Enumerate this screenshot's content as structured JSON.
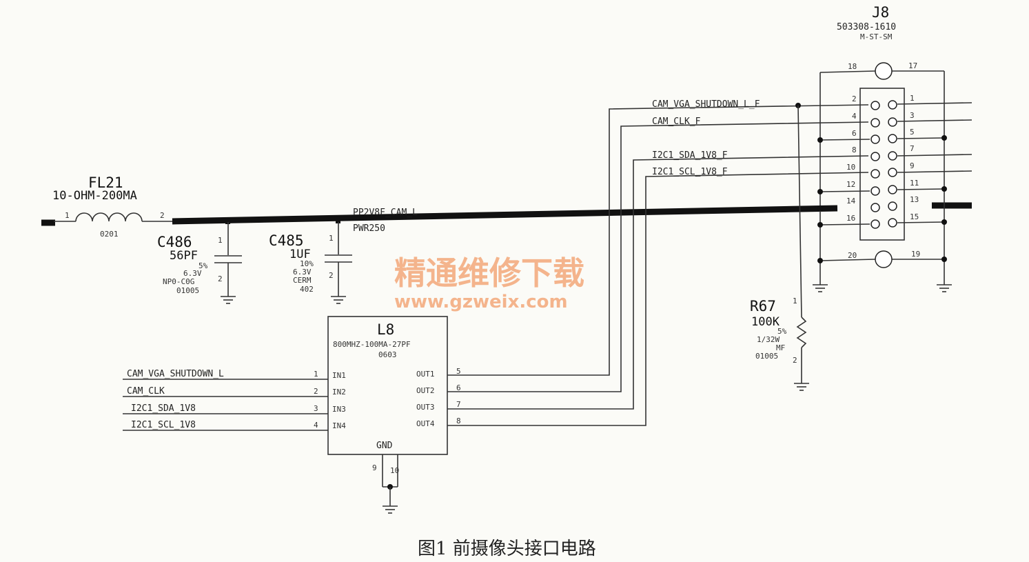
{
  "caption": "图1  前摄像头接口电路",
  "watermark": {
    "cn": "精通维修下载",
    "url": "www.gzweix.com"
  },
  "fl21": {
    "ref": "FL21",
    "value": "10-OHM-200MA",
    "pkg": "0201",
    "pin1": "1",
    "pin2": "2"
  },
  "net_main": {
    "name": "PP2V8F_CAM_L",
    "sub": "PWR250"
  },
  "c486": {
    "ref": "C486",
    "value": "56PF",
    "tol": "5%",
    "volt": "6.3V",
    "type": "NP0-C0G",
    "pkg": "01005",
    "p1": "1",
    "p2": "2"
  },
  "c485": {
    "ref": "C485",
    "value": "1UF",
    "tol": "10%",
    "volt": "6.3V",
    "type": "CERM",
    "pkg": "402",
    "p1": "1",
    "p2": "2"
  },
  "l8": {
    "ref": "L8",
    "value": "800MHZ-100MA-27PF",
    "pkg": "0603",
    "gnd": "GND",
    "gnd_pin_a": "9",
    "gnd_pin_b": "10",
    "inputs": [
      {
        "net": "CAM_VGA_SHUTDOWN_L",
        "pin": "1",
        "label": "IN1"
      },
      {
        "net": "CAM_CLK",
        "pin": "2",
        "label": "IN2"
      },
      {
        "net": "I2C1_SDA_1V8",
        "pin": "3",
        "label": "IN3"
      },
      {
        "net": "I2C1_SCL_1V8",
        "pin": "4",
        "label": "IN4"
      }
    ],
    "outputs": [
      {
        "label": "OUT1",
        "pin": "5"
      },
      {
        "label": "OUT2",
        "pin": "6"
      },
      {
        "label": "OUT3",
        "pin": "7"
      },
      {
        "label": "OUT4",
        "pin": "8"
      }
    ]
  },
  "output_nets": [
    "CAM_VGA_SHUTDOWN_L_F",
    "CAM_CLK_F",
    "I2C1_SDA_1V8_F",
    "I2C1_SCL_1V8_F"
  ],
  "j8": {
    "ref": "J8",
    "part": "503308-1610",
    "type": "M-ST-SM",
    "top_pins": [
      "18",
      "17"
    ],
    "bottom_pins": [
      "20",
      "19"
    ],
    "left_pins": [
      "2",
      "4",
      "6",
      "8",
      "10",
      "12",
      "14",
      "16"
    ],
    "right_pins": [
      "1",
      "3",
      "5",
      "7",
      "9",
      "11",
      "13",
      "15"
    ]
  },
  "r67": {
    "ref": "R67",
    "value": "100K",
    "tol": "5%",
    "power": "1/32W",
    "type": "MF",
    "pkg": "01005",
    "p1": "1",
    "p2": "2"
  }
}
